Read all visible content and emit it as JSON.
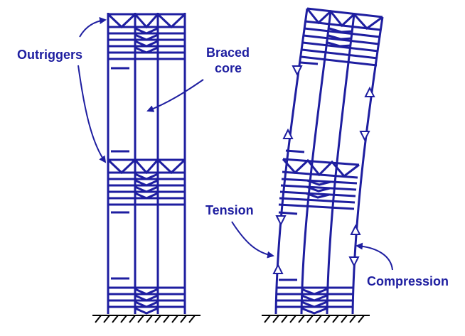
{
  "labels": {
    "outriggers": "Outriggers",
    "braced_core_line1": "Braced",
    "braced_core_line2": "core",
    "tension": "Tension",
    "compression": "Compression"
  },
  "colors": {
    "structure": "#1e1ea0",
    "text": "#1e1ea0",
    "ground": "#000000",
    "background": "#ffffff"
  }
}
